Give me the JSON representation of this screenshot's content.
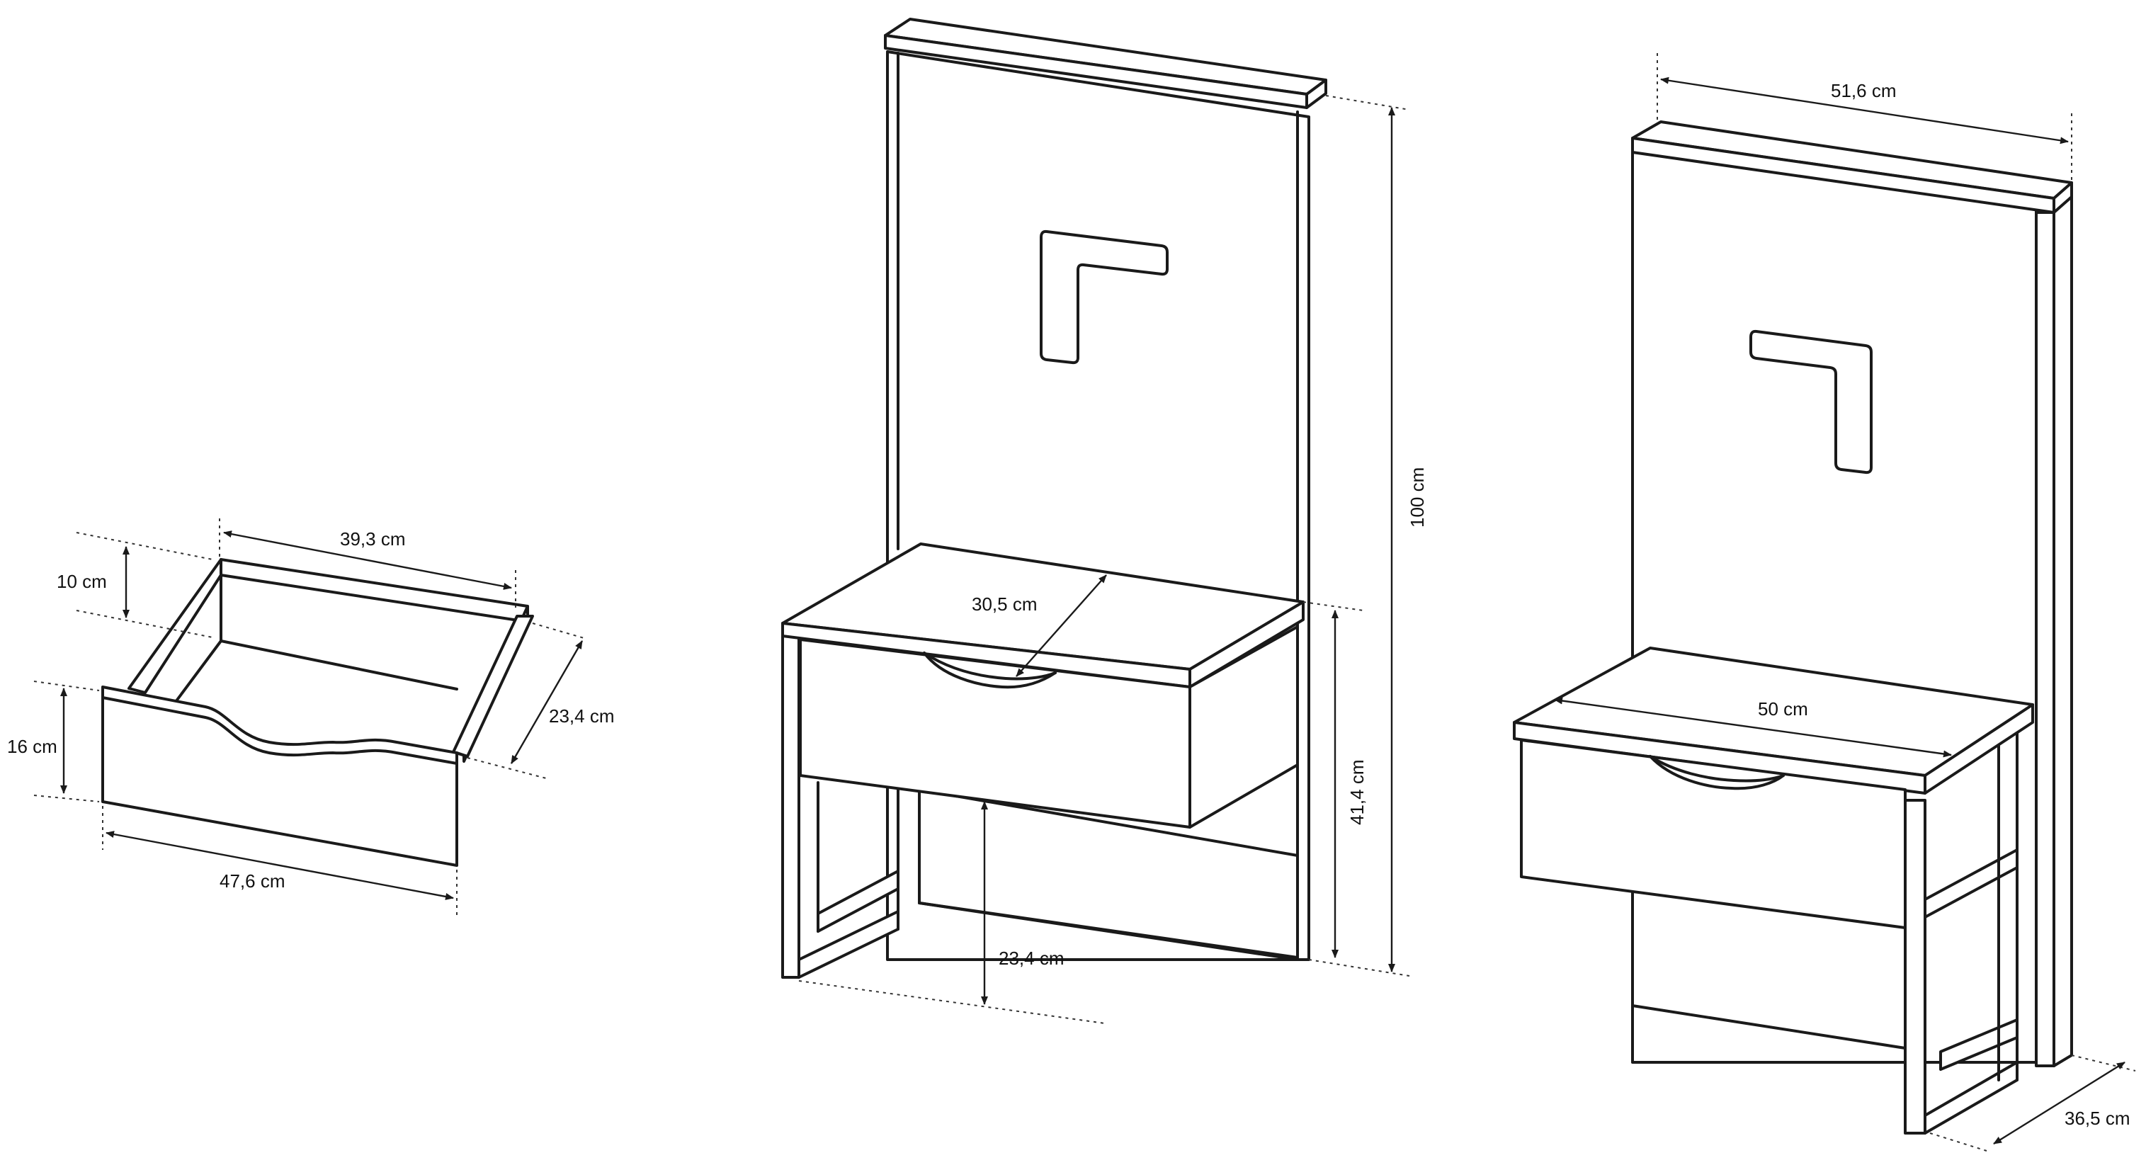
{
  "dimensions": {
    "drawer_height": "10 cm",
    "drawer_front_height": "16 cm",
    "drawer_inner_width": "39,3 cm",
    "drawer_depth": "23,4 cm",
    "drawer_front_width": "47,6 cm",
    "shelf_depth": "30,5 cm",
    "total_height": "100 cm",
    "nightstand_height": "41,4 cm",
    "floor_clearance": "23,4 cm",
    "headboard_width": "51,6 cm",
    "shelf_width": "50 cm",
    "total_depth": "36,5 cm"
  }
}
